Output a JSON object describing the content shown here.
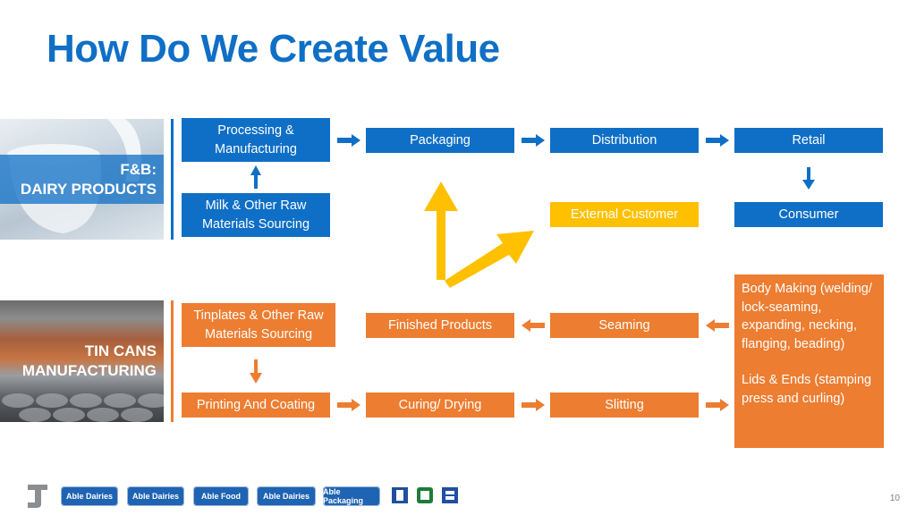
{
  "title": "How Do We Create Value",
  "dairy": {
    "label_line1": "F&B:",
    "label_line2": "DAIRY PRODUCTS",
    "processing": "Processing & Manufacturing",
    "sourcing": "Milk & Other Raw Materials Sourcing",
    "packaging": "Packaging",
    "distribution": "Distribution",
    "retail": "Retail",
    "consumer": "Consumer",
    "external_customer": "External Customer"
  },
  "tin": {
    "label_line1": "TIN CANS",
    "label_line2": "MANUFACTURING",
    "sourcing": "Tinplates & Other Raw Materials Sourcing",
    "printing": "Printing And Coating",
    "curing": "Curing/ Drying",
    "slitting": "Slitting",
    "finished": "Finished Products",
    "seaming": "Seaming",
    "body_making": "Body Making (welding/ lock-seaming, expanding, necking, flanging, beading)",
    "lids": "Lids & Ends (stamping press and curling)"
  },
  "logos": [
    "Able Dairies",
    "Able Dairies",
    "Able Food",
    "Able Dairies",
    "Able Packaging"
  ],
  "page_number": "10",
  "colors": {
    "blue": "#0f6fc6",
    "orange": "#ed7d31",
    "gold": "#ffc000"
  }
}
